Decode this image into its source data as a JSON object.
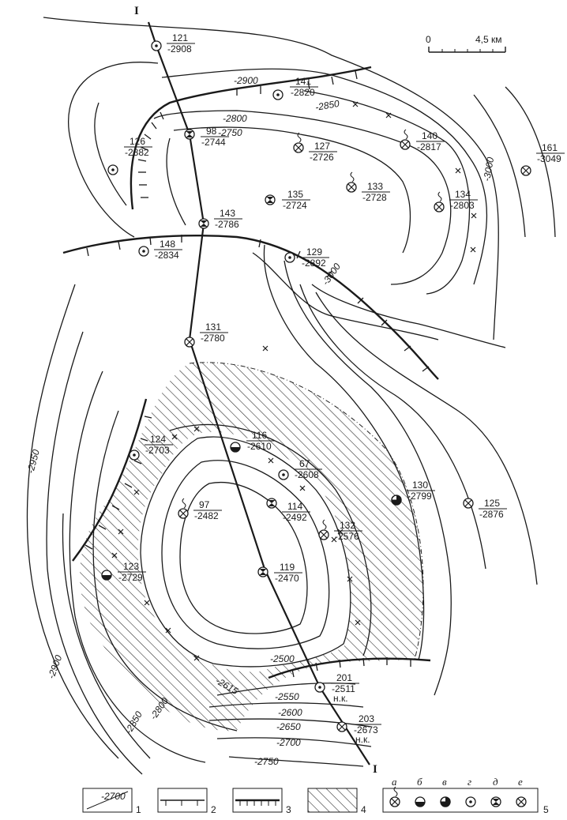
{
  "scale": {
    "zero": "0",
    "label": "4,5 км"
  },
  "section_line": {
    "start": "I",
    "end": "I"
  },
  "contours": [
    {
      "id": "c1",
      "label": "-2900"
    },
    {
      "id": "c2",
      "label": "-2850"
    },
    {
      "id": "c3",
      "label": "-2800"
    },
    {
      "id": "c4",
      "label": "-2750"
    },
    {
      "id": "c5",
      "label": "-3000"
    },
    {
      "id": "c6",
      "label": "-3000"
    },
    {
      "id": "c7",
      "label": "-2950"
    },
    {
      "id": "c8",
      "label": "-2900"
    },
    {
      "id": "c9",
      "label": "-2850"
    },
    {
      "id": "c10",
      "label": "-2800"
    },
    {
      "id": "c11",
      "label": "-2615"
    },
    {
      "id": "c12",
      "label": "-2500"
    },
    {
      "id": "c13",
      "label": "-2550"
    },
    {
      "id": "c14",
      "label": "-2600"
    },
    {
      "id": "c15",
      "label": "-2650"
    },
    {
      "id": "c16",
      "label": "-2700"
    },
    {
      "id": "c17",
      "label": "-2750"
    }
  ],
  "wells": [
    {
      "id": "w121",
      "number": "121",
      "depth": "-2908",
      "type": "г"
    },
    {
      "id": "w141",
      "number": "141",
      "depth": "-2820",
      "type": "г"
    },
    {
      "id": "w98",
      "number": "98",
      "depth": "-2744",
      "type": "д"
    },
    {
      "id": "w126",
      "number": "126",
      "depth": "-2882",
      "type": "г"
    },
    {
      "id": "w127",
      "number": "127",
      "depth": "-2726",
      "type": "а"
    },
    {
      "id": "w140",
      "number": "140",
      "depth": "-2817",
      "type": "а"
    },
    {
      "id": "w161",
      "number": "161",
      "depth": "-3049",
      "type": "е"
    },
    {
      "id": "w133",
      "number": "133",
      "depth": "-2728",
      "type": "а"
    },
    {
      "id": "w135",
      "number": "135",
      "depth": "-2724",
      "type": "д"
    },
    {
      "id": "w134",
      "number": "134",
      "depth": "-2803",
      "type": "а"
    },
    {
      "id": "w143",
      "number": "143",
      "depth": "-2786",
      "type": "д"
    },
    {
      "id": "w148",
      "number": "148",
      "depth": "-2834",
      "type": "г"
    },
    {
      "id": "w129",
      "number": "129",
      "depth": "-2892",
      "type": "г"
    },
    {
      "id": "w131",
      "number": "131",
      "depth": "-2780",
      "type": "е"
    },
    {
      "id": "w116",
      "number": "116",
      "depth": "-2610",
      "type": "б"
    },
    {
      "id": "w124",
      "number": "124",
      "depth": "-2703",
      "type": "г"
    },
    {
      "id": "w67",
      "number": "67",
      "depth": "-2608",
      "type": "г"
    },
    {
      "id": "w130",
      "number": "130",
      "depth": "-2799",
      "type": "в"
    },
    {
      "id": "w125",
      "number": "125",
      "depth": "-2876",
      "type": "е"
    },
    {
      "id": "w97",
      "number": "97",
      "depth": "-2482",
      "type": "а"
    },
    {
      "id": "w114",
      "number": "114",
      "depth": "-2492",
      "type": "д"
    },
    {
      "id": "w132",
      "number": "132",
      "depth": "-2576",
      "type": "а"
    },
    {
      "id": "w123",
      "number": "123",
      "depth": "-2729",
      "type": "б"
    },
    {
      "id": "w119",
      "number": "119",
      "depth": "-2470",
      "type": "д"
    },
    {
      "id": "w201",
      "number": "201",
      "depth": "-2511",
      "note": "н.к.",
      "type": "г"
    },
    {
      "id": "w203",
      "number": "203",
      "depth": "-2673",
      "note": "н.к.",
      "type": "е"
    }
  ],
  "legend": {
    "sample_contour": "-2700",
    "items": [
      {
        "num": "1"
      },
      {
        "num": "2"
      },
      {
        "num": "3"
      },
      {
        "num": "4"
      },
      {
        "num": "5"
      }
    ],
    "well_types": [
      "а",
      "б",
      "в",
      "г",
      "д",
      "е"
    ]
  }
}
